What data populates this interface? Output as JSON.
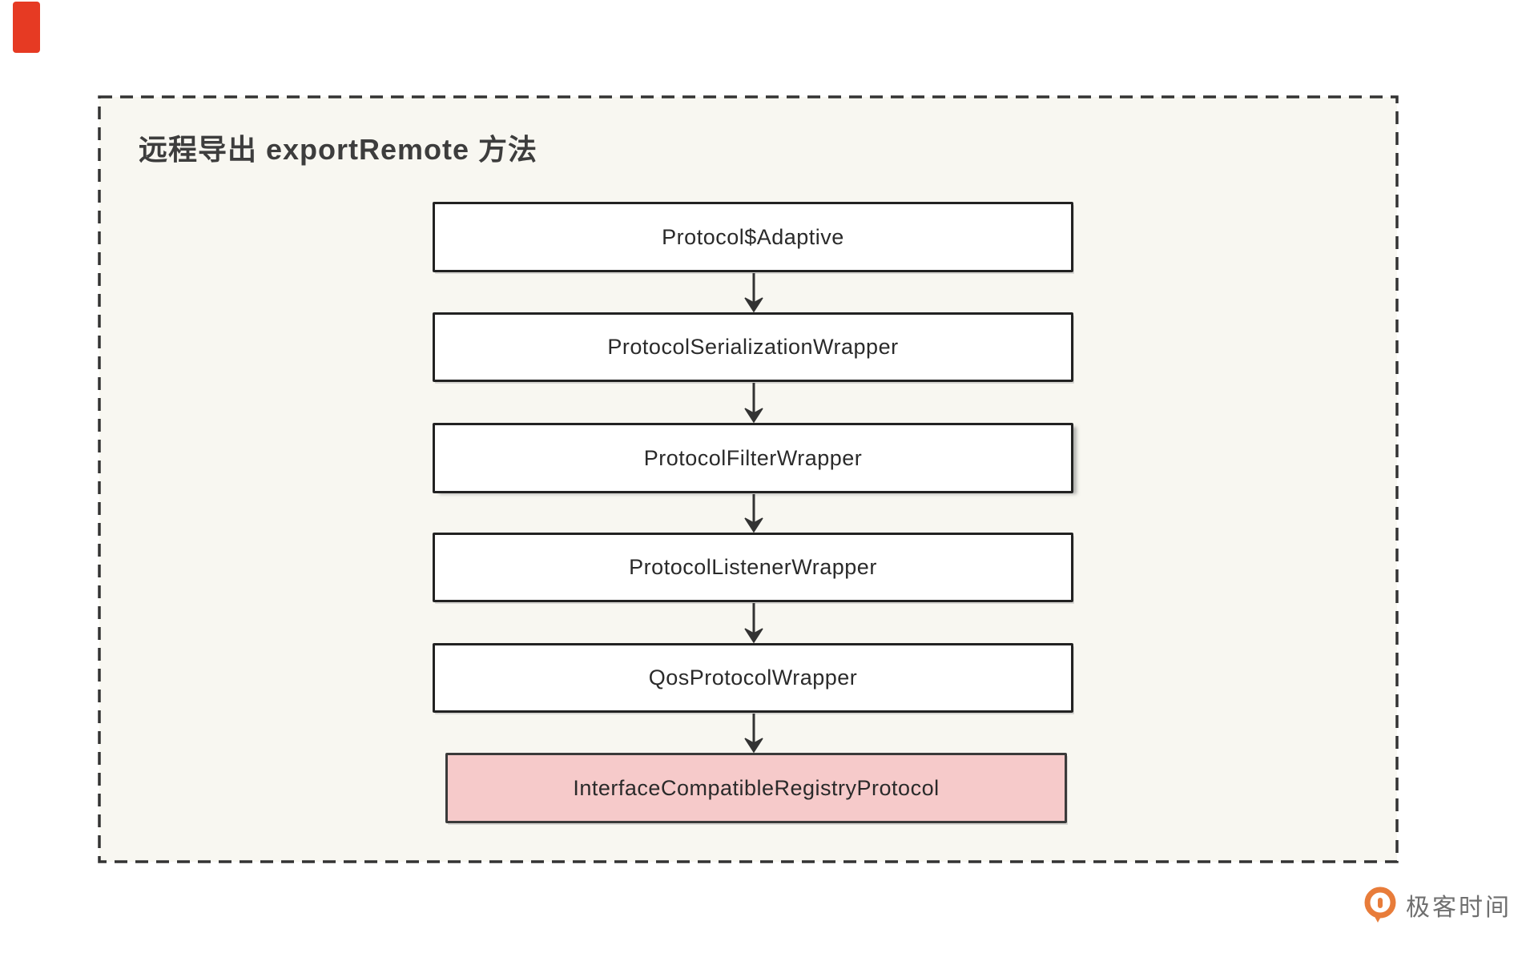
{
  "frame": {
    "title": "远程导出 exportRemote 方法",
    "background": "#f8f7f1",
    "border_color": "#333333",
    "border_style": "dashed"
  },
  "red_marker": {
    "color": "#e63a23"
  },
  "flowchart": {
    "direction": "top-down",
    "node_fill": "#ffffff",
    "highlight_fill": "#f6caca",
    "node_border_color": "#222222",
    "arrow_color": "#333333",
    "nodes": [
      {
        "id": "protocol-adaptive",
        "label": "Protocol$Adaptive",
        "type": "normal"
      },
      {
        "id": "protocol-serialization-wrapper",
        "label": "ProtocolSerializationWrapper",
        "type": "normal"
      },
      {
        "id": "protocol-filter-wrapper",
        "label": "ProtocolFilterWrapper",
        "type": "normal"
      },
      {
        "id": "protocol-listener-wrapper",
        "label": "ProtocolListenerWrapper",
        "type": "normal"
      },
      {
        "id": "qos-protocol-wrapper",
        "label": "QosProtocolWrapper",
        "type": "normal"
      },
      {
        "id": "interface-compatible-registry-protocol",
        "label": "InterfaceCompatibleRegistryProtocol",
        "type": "highlight"
      }
    ],
    "edges": [
      {
        "from": "protocol-adaptive",
        "to": "protocol-serialization-wrapper"
      },
      {
        "from": "protocol-serialization-wrapper",
        "to": "protocol-filter-wrapper"
      },
      {
        "from": "protocol-filter-wrapper",
        "to": "protocol-listener-wrapper"
      },
      {
        "from": "protocol-listener-wrapper",
        "to": "qos-protocol-wrapper"
      },
      {
        "from": "qos-protocol-wrapper",
        "to": "interface-compatible-registry-protocol"
      }
    ]
  },
  "watermark": {
    "text": "极客时间",
    "icon": "geektime-logo-icon",
    "icon_color": "#e87c3a",
    "text_color": "#6f6f6f"
  }
}
